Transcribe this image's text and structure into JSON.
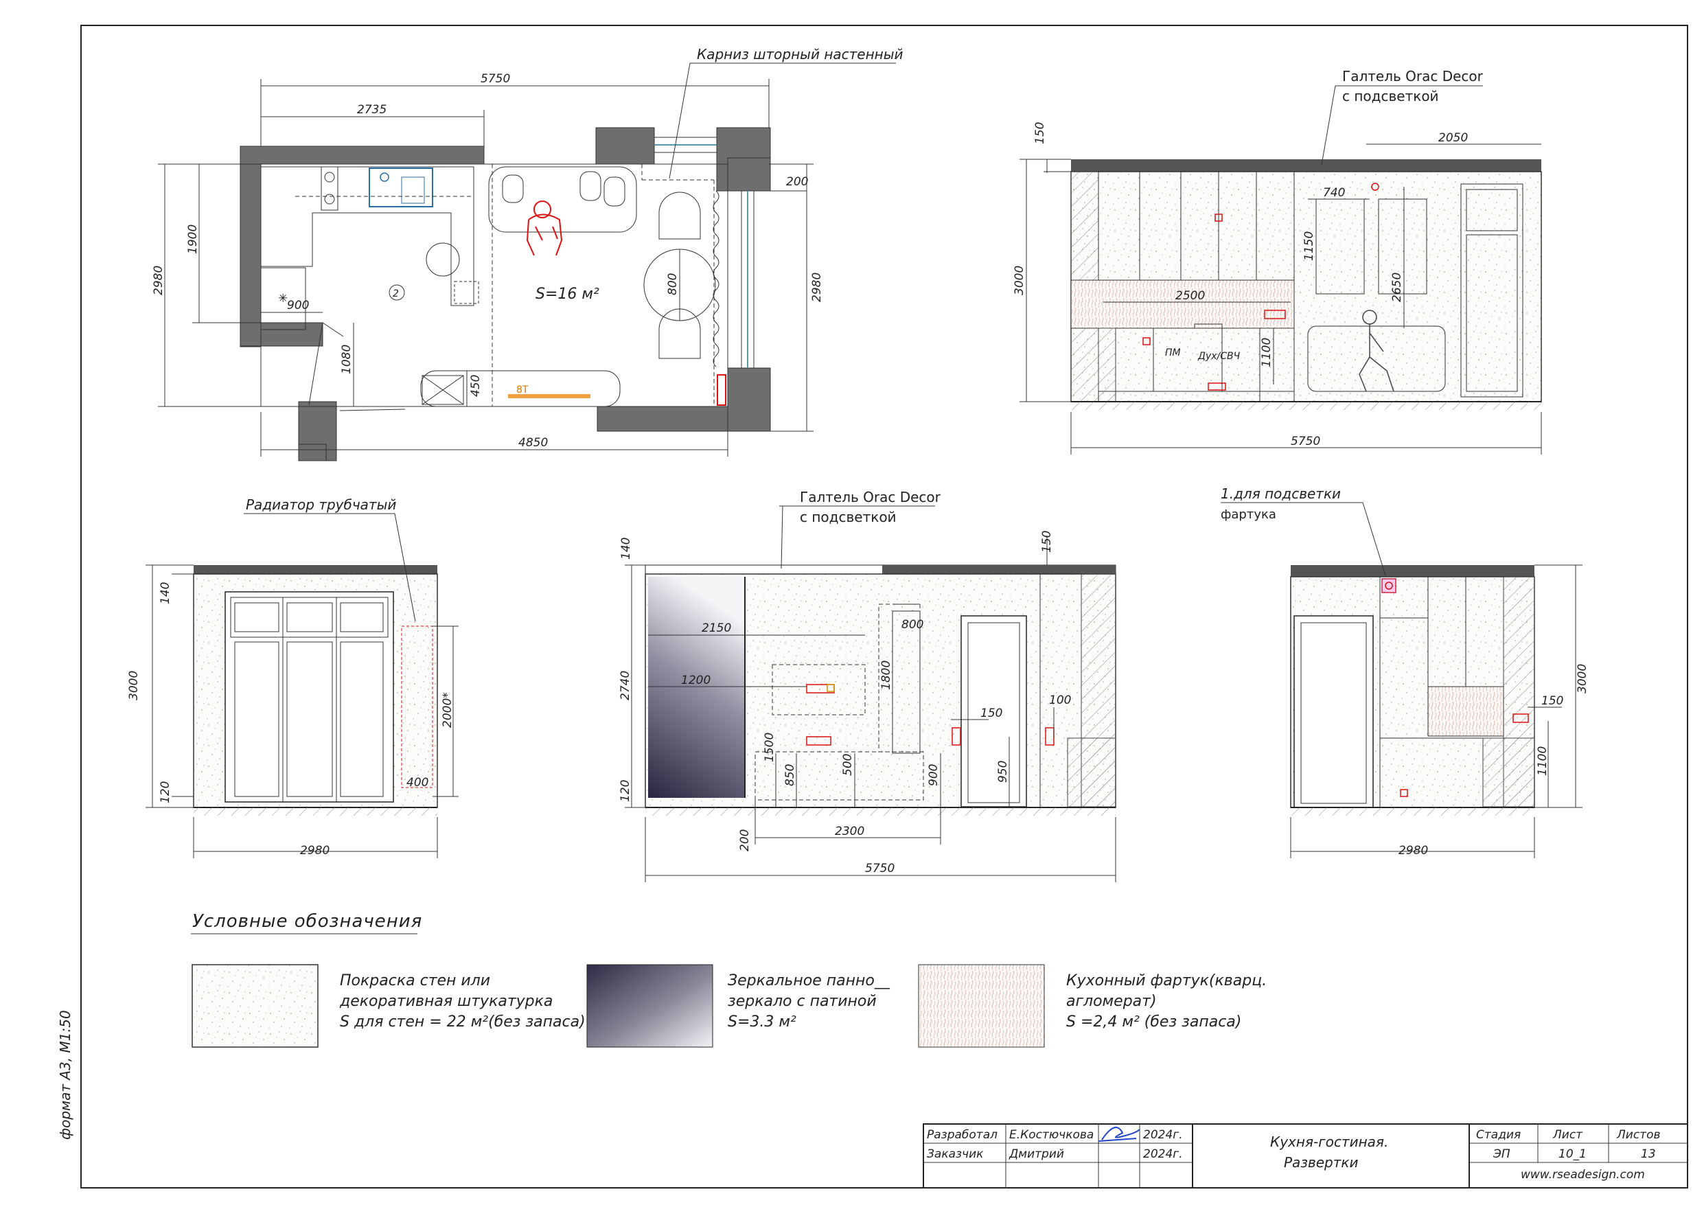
{
  "plan": {
    "dims": {
      "d5750": "5750",
      "d2735": "2735",
      "d2980_l": "2980",
      "d1900": "1900",
      "d900": "900",
      "d1080": "1080",
      "d200": "200",
      "d2980_r": "2980",
      "d800": "800",
      "d450": "450",
      "d4850": "4850"
    },
    "area": "S=16 м²",
    "room_no": "2",
    "label_cornice": "Карниз шторный настенный",
    "mark_8t": "8T"
  },
  "elev1": {
    "label": "Галтель Orac Decor",
    "label2": "с подсветкой",
    "dims": {
      "d150": "150",
      "d2050": "2050",
      "d740": "740",
      "d1150": "1150",
      "d3000": "3000",
      "d2500": "2500",
      "d2650": "2650",
      "d1100": "1100",
      "d5750": "5750"
    },
    "pm": "ПМ",
    "oven": "Дух/СВЧ"
  },
  "elev2": {
    "label": "Радиатор трубчатый",
    "dims": {
      "d140": "140",
      "d3000": "3000",
      "d120": "120",
      "d2000": "2000*",
      "d400": "400",
      "d2980": "2980"
    }
  },
  "elev3": {
    "label": "Галтель Orac Decor",
    "label2": "с подсветкой",
    "dims": {
      "d140": "140",
      "d150a": "150",
      "d2740": "2740",
      "d120": "120",
      "d2150": "2150",
      "d800": "800",
      "d1200": "1200",
      "d1800": "1800",
      "d1500": "1500",
      "d850": "850",
      "d500": "500",
      "d900": "900",
      "d150b": "150",
      "d100": "100",
      "d950": "950",
      "d200": "200",
      "d2300": "2300",
      "d5750": "5750"
    }
  },
  "elev4": {
    "label": "1.для подсветки",
    "label2": "фартука",
    "dims": {
      "d3000": "3000",
      "d150": "150",
      "d1100": "1100",
      "d2980": "2980"
    }
  },
  "legend": {
    "title": "Условные обозначения",
    "items": [
      {
        "line1": "Покраска стен или",
        "line2": "декоративная штукатурка",
        "line3": "S для стен = 22 м²(без запаса)"
      },
      {
        "line1": "Зеркальное панно__",
        "line2": "зеркало с патиной",
        "line3": "S=3.3 м²"
      },
      {
        "line1": "Кухонный фартук(кварц.",
        "line2": "агломерат)",
        "line3": "S =2,4 м² (без запаса)"
      }
    ]
  },
  "side_note": "формат А3, М1:50",
  "title_block": {
    "developed_label": "Разработал",
    "developed_name": "Е.Костючкова",
    "developed_year": "2024г.",
    "client_label": "Заказчик",
    "client_name": "Дмитрий",
    "client_year": "2024г.",
    "title_line1": "Кухня-гостиная.",
    "title_line2": "Развертки",
    "stage_label": "Стадия",
    "sheet_label": "Лист",
    "sheets_label": "Листов",
    "stage": "ЭП",
    "sheet": "10_1",
    "sheets": "13",
    "site": "www.rseadesign.com"
  }
}
